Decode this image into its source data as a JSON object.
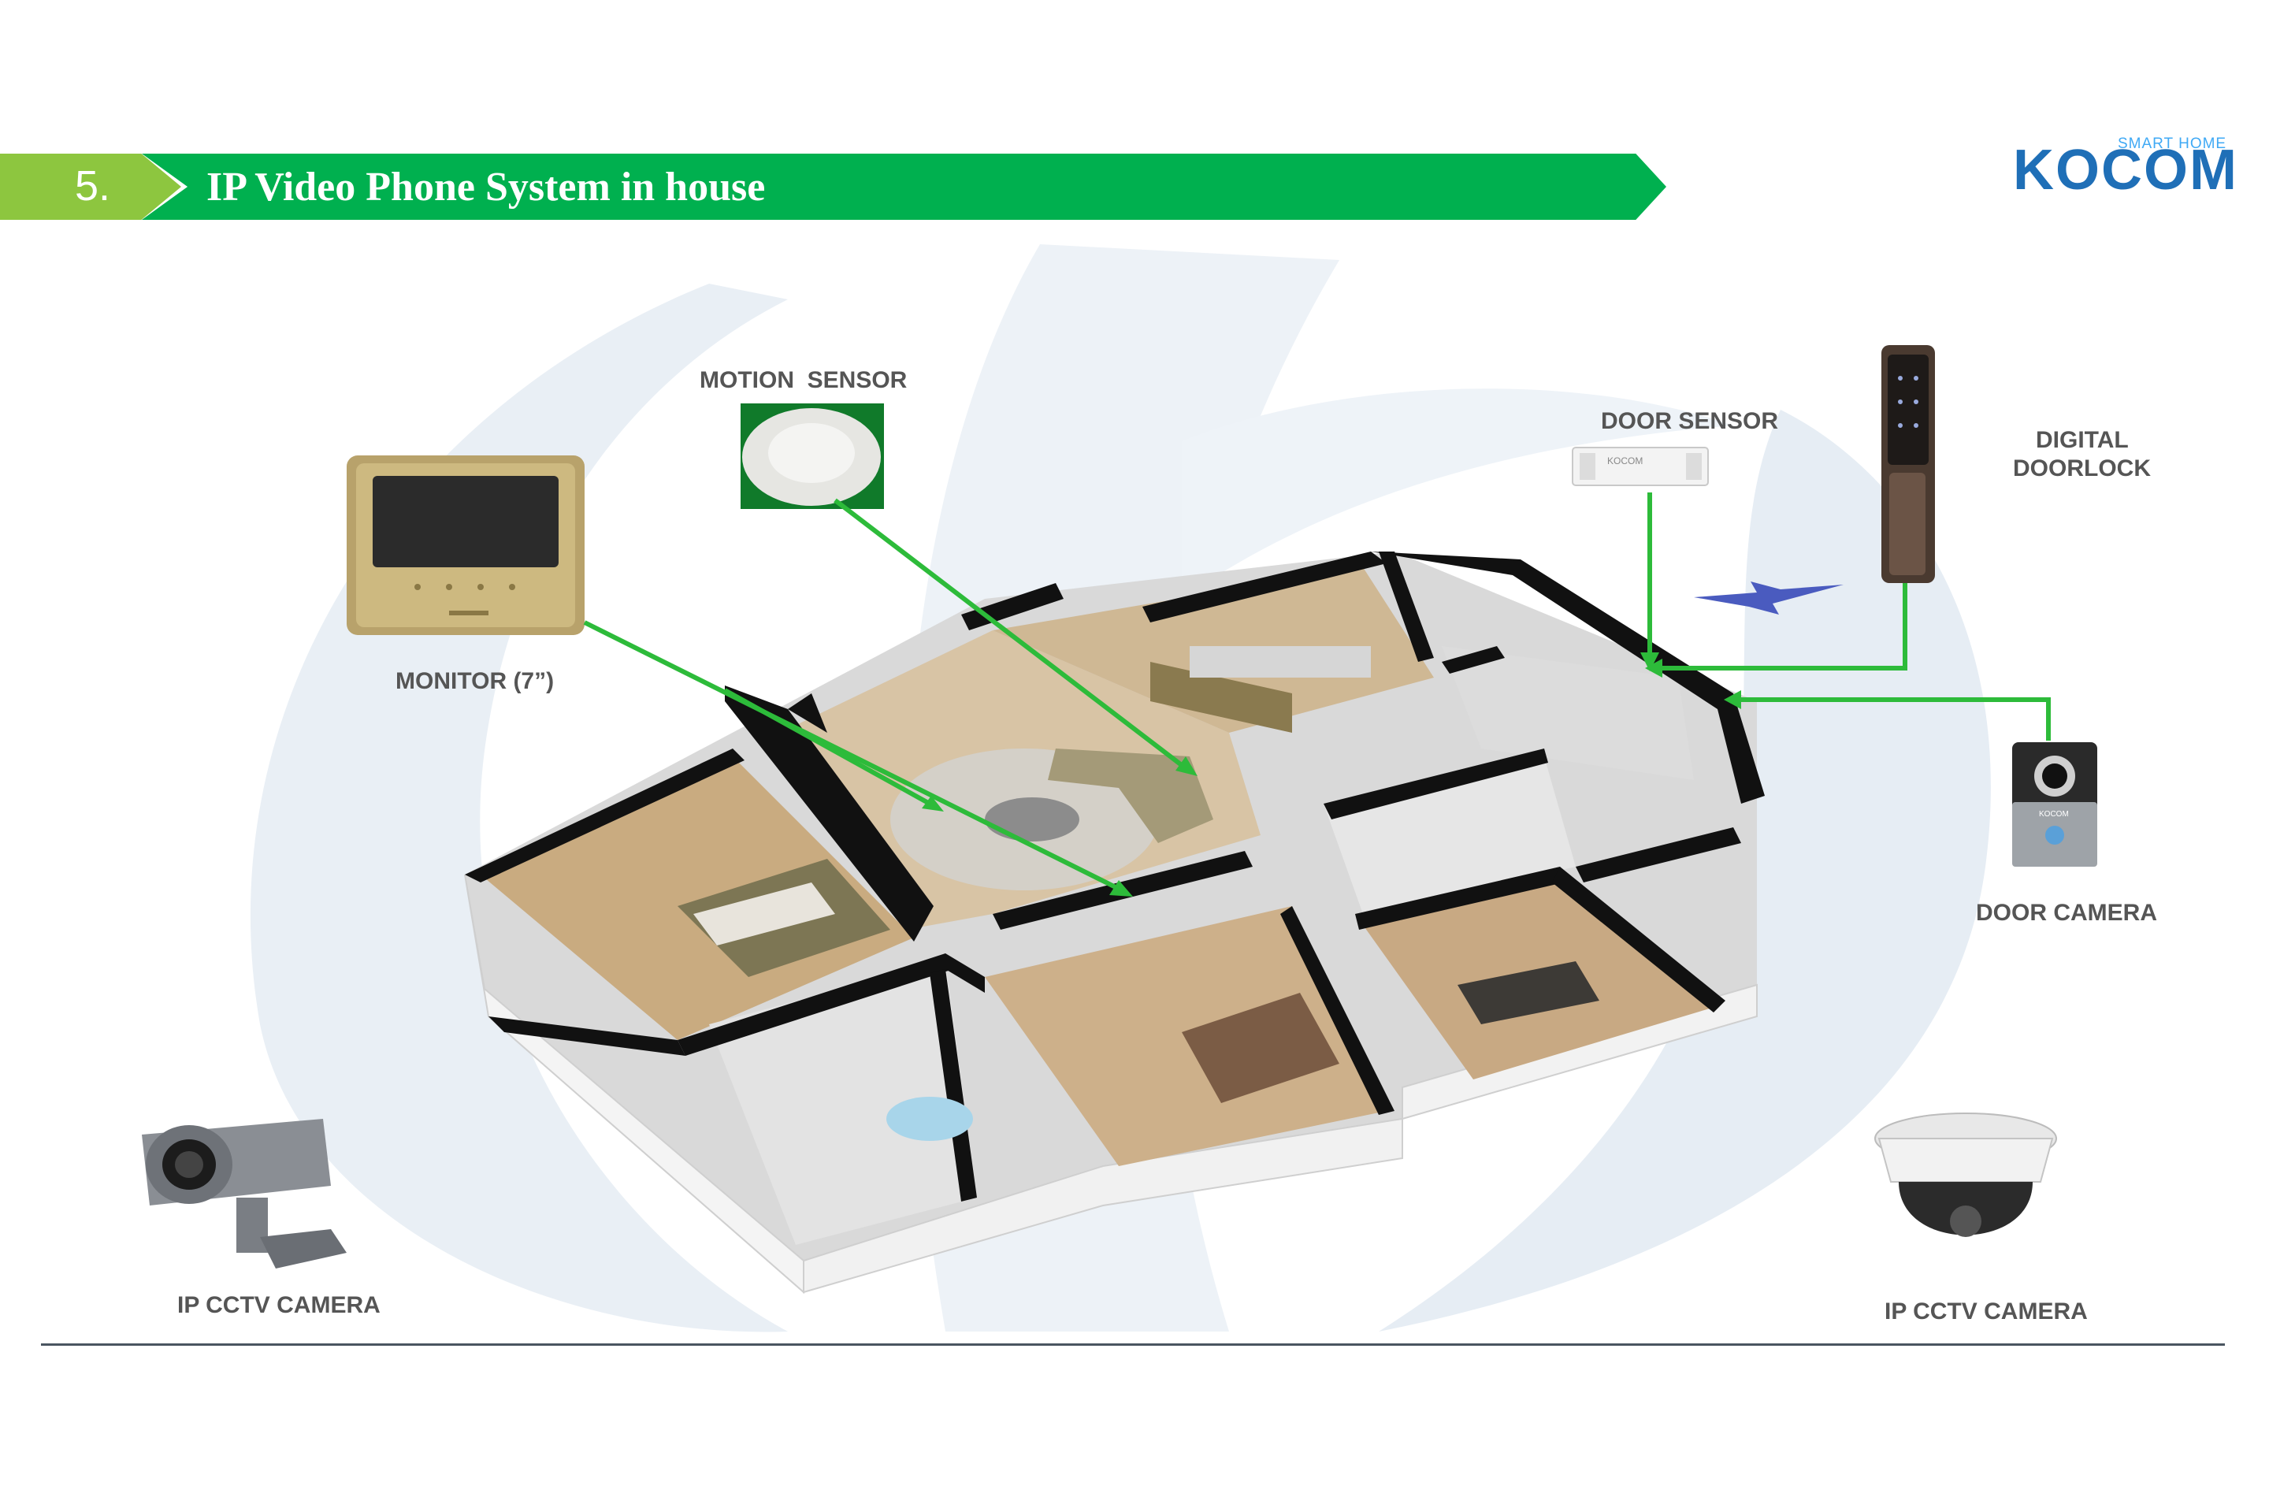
{
  "header": {
    "number": "5.",
    "title": "IP Video Phone System in house"
  },
  "logo": {
    "tagline": "SMART HOME",
    "brand": "KOCOM"
  },
  "labels": {
    "motion_sensor": "MOTION  SENSOR",
    "monitor": "MONITOR (7”)",
    "door_sensor": "DOOR SENSOR",
    "digital_doorlock_line1": "DIGITAL",
    "digital_doorlock_line2": "DOORLOCK",
    "door_camera": "DOOR CAMERA",
    "ip_cctv_left": "IP CCTV CAMERA",
    "ip_cctv_right": "IP CCTV CAMERA"
  },
  "door_sensor_device_text": "KOCOM",
  "door_camera_device_text": "KOCOM",
  "colors": {
    "header_green": "#00b04f",
    "header_light_green": "#8dc63f",
    "connector_green": "#2dbb3a",
    "label_gray": "#555555",
    "logo_blue": "#1f6fb7"
  }
}
